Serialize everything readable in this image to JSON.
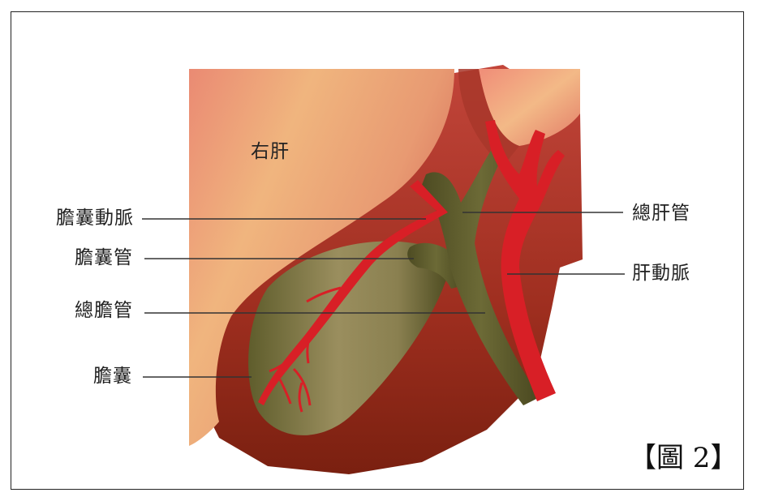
{
  "labels": {
    "right_liver": "右肝",
    "cystic_artery": "膽囊動脈",
    "cystic_duct": "膽囊管",
    "common_bile_duct": "總膽管",
    "gallbladder": "膽囊",
    "common_hepatic_duct": "總肝管",
    "hepatic_artery": "肝動脈"
  },
  "caption": "【圖 2】",
  "colors": {
    "liver_light": "#f0b57e",
    "liver_pink": "#ea8a73",
    "liver_dark": "#8e2417",
    "duct_olive": "#5c5a2c",
    "artery_red": "#d81f26",
    "line": "#333333"
  }
}
